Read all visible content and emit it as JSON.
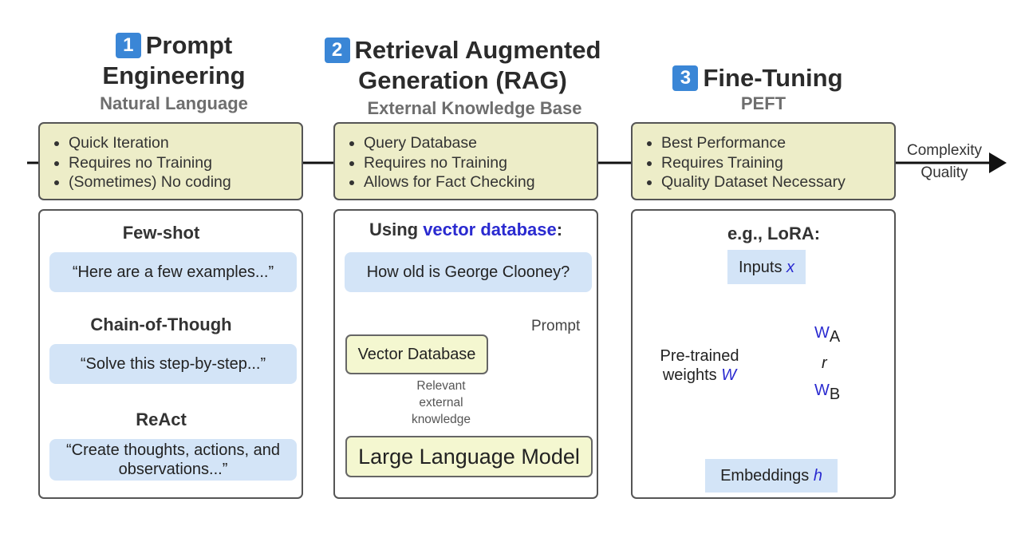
{
  "colors": {
    "badge": "#3a86d6",
    "props_bg": "#ededc8",
    "pill_bg": "#d3e4f7",
    "llm_bg": "#f4f7d0",
    "pretrained_bg": "#f5cfd0",
    "lora_matrix_bg": "#cdf3cf",
    "accent_blue": "#2a2ad0"
  },
  "sections": [
    {
      "badge": "1",
      "title_line1": "Prompt",
      "title_line2": "Engineering",
      "subtitle": "Natural Language",
      "bullets": [
        "Quick Iteration",
        "Requires no Training",
        "(Sometimes) No coding"
      ],
      "examples": [
        {
          "heading": "Few-shot",
          "text": "“Here are a few examples...”"
        },
        {
          "heading": "Chain-of-Though",
          "text": "“Solve this step-by-step...”"
        },
        {
          "heading": "ReAct",
          "text": "“Create thoughts, actions, and observations...”"
        }
      ]
    },
    {
      "badge": "2",
      "title_line1": "Retrieval Augmented",
      "title_line2": "Generation (RAG)",
      "subtitle": "External Knowledge Base",
      "bullets": [
        "Query Database",
        "Requires no Training",
        "Allows for Fact Checking"
      ],
      "heading_prefix": "Using ",
      "heading_highlight": "vector database",
      "heading_suffix": ":",
      "query": "How old is George Clooney?",
      "vector_db": "Vector Database",
      "relevant_label": "Relevant external knowledge",
      "prompt_label": "Prompt",
      "llm": "Large Language Model"
    },
    {
      "badge": "3",
      "title_line1": "Fine-Tuning",
      "subtitle": "PEFT",
      "bullets": [
        "Best Performance",
        "Requires Training",
        "Quality Dataset Necessary"
      ],
      "heading": "e.g., LoRA:",
      "inputs_label": "Inputs ",
      "inputs_var": "x",
      "pretrained_line1": "Pre-trained",
      "pretrained_line2": "weights ",
      "pretrained_var": "W",
      "wa": "W",
      "wa_sub": "A",
      "wb": "W",
      "wb_sub": "B",
      "rank": "r",
      "embeddings_label": "Embeddings ",
      "embeddings_var": "h"
    }
  ],
  "axis": {
    "label1": "Complexity",
    "label2": "Quality"
  }
}
